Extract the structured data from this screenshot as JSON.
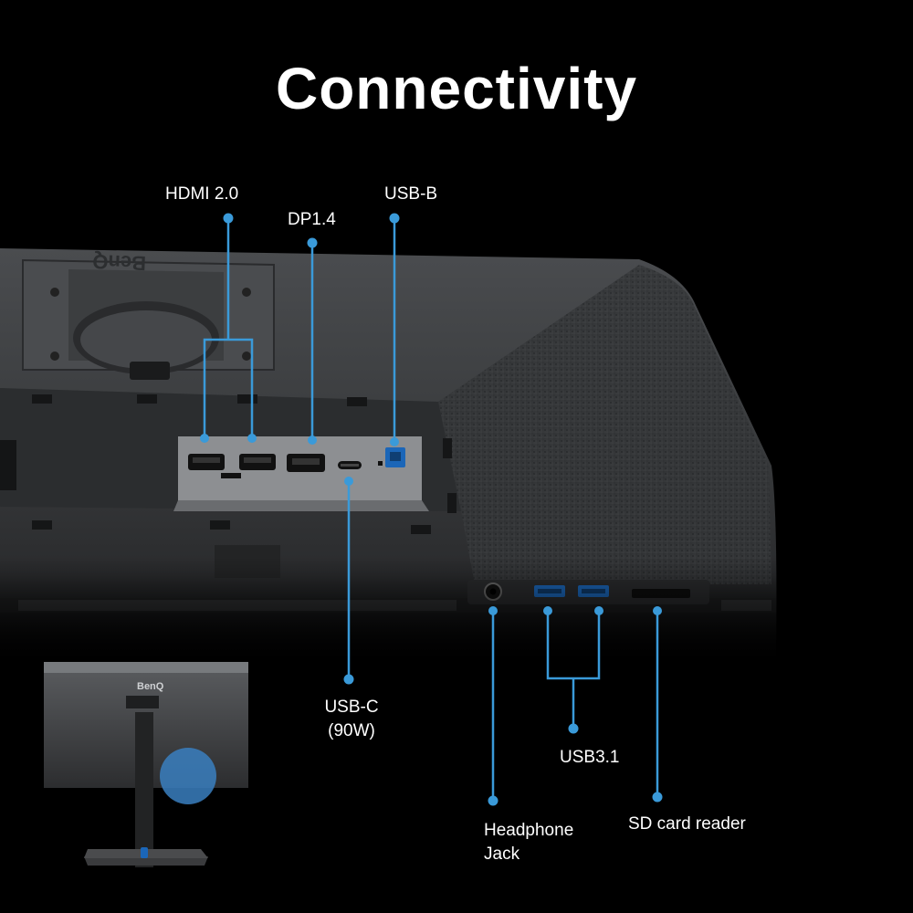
{
  "title": "Connectivity",
  "brand": {
    "logo_text": "BenQ",
    "thumb_logo_text": "BenQ"
  },
  "ports": {
    "hdmi": "HDMI 2.0",
    "dp": "DP1.4",
    "usb_b": "USB-B",
    "usb_c_line1": "USB-C",
    "usb_c_line2": "(90W)",
    "usb31": "USB3.1",
    "headphone_line1": "Headphone",
    "headphone_line2": "Jack",
    "sd": "SD card reader"
  },
  "colors": {
    "background": "#000000",
    "accent": "#3a9ad9",
    "monitor_body": "#3d3f41",
    "text": "#ffffff"
  }
}
